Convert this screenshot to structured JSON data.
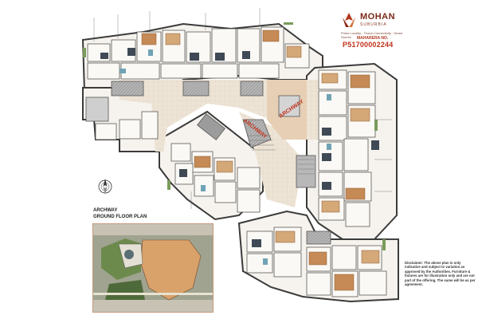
{
  "brand": {
    "name": "MOHAN",
    "sub_name": "SUBURBIA",
    "tagline": "Prime Locality · Thane Connectivity · Smart Homes"
  },
  "rera": {
    "label": "MAHARERA NO.",
    "number": "P51700002244"
  },
  "plan": {
    "title": "ARCHWAY",
    "subtitle": "GROUND FLOOR PLAN",
    "center_label_1": "ARCHWAY",
    "center_label_2": "ARCHWAY"
  },
  "disclaimer": "Disclaimer: The above plan is only indicative and subject to variation as approved by the Authorities. Furniture & fixtures are for illustration only and are not part of the offering. The same will be as per agreement.",
  "colors": {
    "corridor": "#ead7c2",
    "wall": "#4a4a4a",
    "shaft": "#9e9e9e",
    "floor": "#f3f0ea",
    "furniture": "#c58a55",
    "green": "#7a9b5a",
    "accent": "#c0321a"
  },
  "north_arrow": "north-icon"
}
